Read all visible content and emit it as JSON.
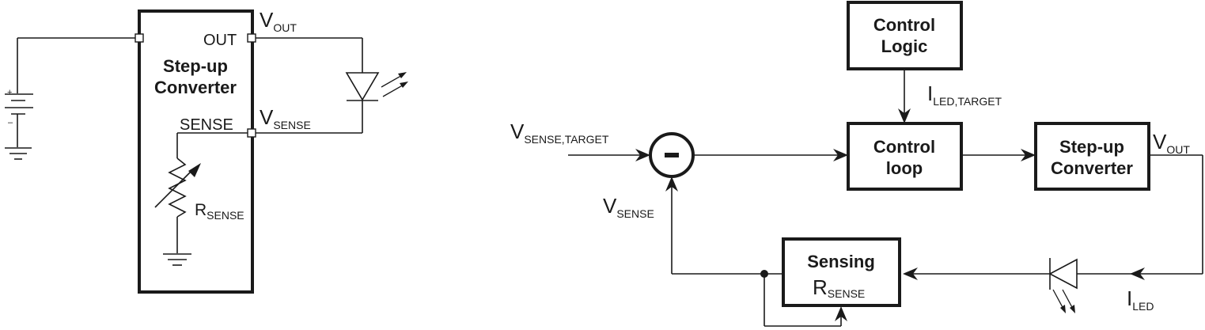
{
  "left_circuit": {
    "block_title_line1": "Step-up",
    "block_title_line2": "Converter",
    "pin_out": "OUT",
    "pin_sense": "SENSE",
    "vout": {
      "main": "V",
      "sub": "OUT"
    },
    "vsense": {
      "main": "V",
      "sub": "SENSE"
    },
    "rsense": {
      "main": "R",
      "sub": "SENSE"
    },
    "battery_plus": "+",
    "battery_minus": "–"
  },
  "right_diagram": {
    "control_logic_line1": "Control",
    "control_logic_line2": "Logic",
    "i_led_target": {
      "main": "I",
      "sub": "LED,TARGET"
    },
    "v_sense_target": {
      "main": "V",
      "sub": "SENSE,TARGET"
    },
    "subtractor_symbol": "–",
    "control_loop_line1": "Control",
    "control_loop_line2": "loop",
    "stepup_line1": "Step-up",
    "stepup_line2": "Converter",
    "vout": {
      "main": "V",
      "sub": "OUT"
    },
    "v_sense": {
      "main": "V",
      "sub": "SENSE"
    },
    "sensing_line1": "Sensing",
    "sensing_rsense": {
      "main": "R",
      "sub": "SENSE"
    },
    "i_led": {
      "main": "I",
      "sub": "LED"
    }
  }
}
